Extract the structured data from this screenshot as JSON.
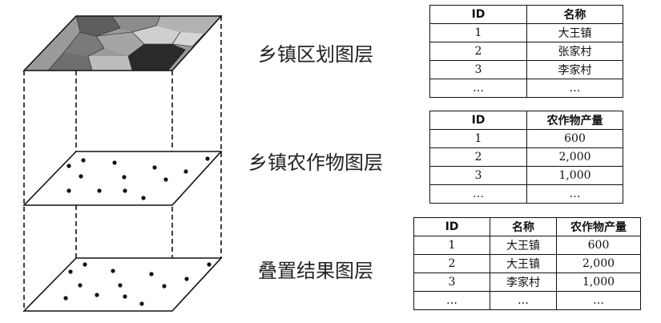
{
  "labels": {
    "township_layer": "乡镇区划图层",
    "crop_layer": "乡镇农作物图层",
    "overlay_layer": "叠置结果图层"
  },
  "township_table": {
    "headers": [
      "ID",
      "名称"
    ],
    "rows": [
      [
        "1",
        "大王镇"
      ],
      [
        "2",
        "张家村"
      ],
      [
        "3",
        "李家村"
      ],
      [
        "…",
        "…"
      ]
    ]
  },
  "crop_table": {
    "headers": [
      "ID",
      "农作物产量"
    ],
    "rows": [
      [
        "1",
        "600"
      ],
      [
        "2",
        "2,000"
      ],
      [
        "3",
        "1,000"
      ],
      [
        "…",
        "…"
      ]
    ]
  },
  "overlay_table": {
    "headers": [
      "ID",
      "名称",
      "农作物产量"
    ],
    "rows": [
      [
        "1",
        "大王镇",
        "600"
      ],
      [
        "2",
        "大王镇",
        "2,000"
      ],
      [
        "3",
        "李家村",
        "1,000"
      ],
      [
        "…",
        "…",
        "…"
      ]
    ]
  },
  "colors": {
    "region_fills": [
      "#5e5e5e",
      "#8c8c8c",
      "#b2b2b2",
      "#d6d6d6",
      "#cfcfcf",
      "#7a7a7a",
      "#2a2a2a"
    ]
  }
}
